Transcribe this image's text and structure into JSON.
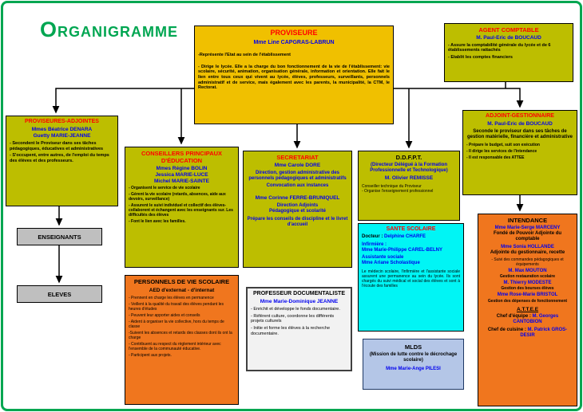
{
  "org_title": {
    "initial": "O",
    "rest": "RGANIGRAMME"
  },
  "colors": {
    "green": "#00A651",
    "olive": "#BDBE00",
    "gold": "#F0C000",
    "orange": "#F0761E",
    "cyan": "#00F5F5",
    "periwinkle": "#B4C6E7",
    "gray": "#BFBFBF",
    "title_red": "#FF0000",
    "name_blue": "#0000EE"
  },
  "boxes": {
    "proviseure": {
      "title": "PROVISEURE",
      "name": "Mme Line CAPGRAS-LABRUN",
      "line1": "-Représente l'Etat au sein de l'établissement",
      "line2": "- Dirige le lycée. Elle a la charge du bon fonctionnement de la vie de l'établissement: vie scolaire, sécurité, animation, organisation générale, information et orientation. Elle fait le lien entre tous ceux qui vivent au lycée, élèves, professeurs, surveillants, personnels administratif et de service, mais également avec les parents, la municipalité, la CTM, le Rectorat."
    },
    "agent_comptable": {
      "title": "AGENT COMPTABLE",
      "name": "M. Paul-Eric de BOUCAUD",
      "bullets": [
        "- Assure la comptabilité générale du lycée et de 6 établissements rattachés",
        "- Etablit les comptes financiers"
      ]
    },
    "proviseures_adjointes": {
      "title": "PROVISEURES-ADJOINTES",
      "names": [
        "Mmes Béatrice DENARA",
        "Guetty MARIE-JEANNE"
      ],
      "bullets": [
        "- Secondent le Proviseur dans ses tâches pédagogiques, éducatives et administratives",
        "- S'occupent, entre autres, de l'emploi du temps des élèves et des professeurs."
      ]
    },
    "adjoint_gestionnaire": {
      "title": "ADJOINT-GESTIONNAIRE",
      "name": "M. Paul-Eric de BOUCAUD",
      "subtitle": "Seconde le proviseur dans ses tâches de gestion matérielle, financière et administrative",
      "bullets": [
        "- Prépare le budget, suit son exécution",
        "- Il dirige les services de l'intendance",
        "- Il est responsable des ATTEE"
      ]
    },
    "cpe": {
      "title": "CONSEILLERS PRINCIPAUX D'ÉDUCATION",
      "names": [
        "Mmes Régine BOLIN",
        "Jessica MARIE-LUCE",
        "Michel MARIE-SAINTE"
      ],
      "bullets": [
        "- Organisent le service de vie scolaire",
        "- Gèrent la vie scolaire (retards, absences, aide aux devoirs, surveillance)",
        "- Assurent le suivi individuel et collectif des élèves-collaborent et échangent avec les enseignants sur. Les difficultés des élèves",
        "- Font le lien avec les familles."
      ]
    },
    "secretariat": {
      "title": "SECRETARIAT",
      "name1": "Mme Carole DORE",
      "role1": "Direction, gestion administrative des personnels pédagogiques et administratifs",
      "role1b": "Convocation aux instances",
      "name2": "Mme Corinne FERRE-BRUNIQUEL",
      "role2": "Direction Adjoints",
      "role2b": "Pédagogique et scolarité",
      "role2c": "Prépare les conseils de discipline et le livret d'accueil"
    },
    "ddfpt": {
      "title": "D.D.F.P.T.",
      "subtitle": "(Directeur Délégué à la Formation Professionnelle et Technologique)",
      "name": "M. Olivier REMISSE",
      "line1": "Conseiller technique du Proviseur",
      "line2": "- Organise l'enseignement professionnel"
    },
    "enseignants": {
      "label": "ENSEIGNANTS"
    },
    "eleves": {
      "label": "ELEVES"
    },
    "vie_scolaire": {
      "title": "PERSONNELS DE VIE SCOLAIRE",
      "subtitle": "AED d'externat - d'internat",
      "bullets": [
        "- Prennent en charge les élèves en permanence",
        "- Veillent à la qualité du travail des élèves pendant les heures d'études",
        "- Peuvent leur apporter aides et conseils",
        "- Aident à organiser la vie collective, hors du temps de classe",
        "-Suivent les absences et retards des classes dont ils ont la charge",
        "- Contribuent au respect du règlement intérieur avec l'ensemble de la communauté éducative.",
        "- Participent aux projets."
      ]
    },
    "documentaliste": {
      "title": "PROFESSEUR DOCUMENTALISTE",
      "name": "Mme Marie-Dominique JEANNE",
      "bullets": [
        "- Enrichit et développe le fonds documentaire.",
        "- Référent culture, coordonne les différents projets culturels",
        "- Initie et forme les élèves à la recherche documentaire."
      ]
    },
    "sante": {
      "title": "SANTE SCOLAIRE",
      "doctor_label": "Docteur :",
      "doctor_name": "Delphine CHARFE",
      "nurse_label": "Infirmière :",
      "nurse_name": "Mme Marie-Philippe CAREL-BELNY",
      "social_label": "Assistante sociale",
      "social_name": "Mme Ariane Scholastique",
      "paragraph": "Le médecin scolaire, l'infirmière et l'assistante sociale assurent une permanence au sein du lycée. Ils sont chargés du suivi médical et social des élèves et sont à l'écoute des familles"
    },
    "mlds": {
      "title": "MLDS",
      "subtitle": "(Mission de lutte contre le décrochage scolaire)",
      "name": "Mme Marie-Ange PILESI"
    },
    "intendance": {
      "title": "INTENDANCE",
      "entries": [
        {
          "name": "Mme Marie-Serge MARCENY",
          "role": "Fondé de Pouvoir Adjointe du comptable"
        },
        {
          "name": "Mme Sonia HOLLANDE",
          "role": "Adjointe du gestionnaire, recette",
          "extra": "- Suivi des commandes pédagogiques et équipements"
        },
        {
          "name": "M. Max MOUTON",
          "role": "Gestion restauration scolaire"
        },
        {
          "name": "M. Thierry MODESTE",
          "role": "Gestion des bourses élèves"
        },
        {
          "name": "Mme Rose-Marie BRISTOL",
          "role": "Gestion des dépenses de fonctionnement"
        }
      ],
      "attee_title": "A.T.T.E.E",
      "attee1_label": "Chef d'équipe :",
      "attee1_name": "M. Georges CANTOBION",
      "attee2_label": "Chef de cuisine :",
      "attee2_name": "M. Patrick GROS-DESIR"
    }
  }
}
